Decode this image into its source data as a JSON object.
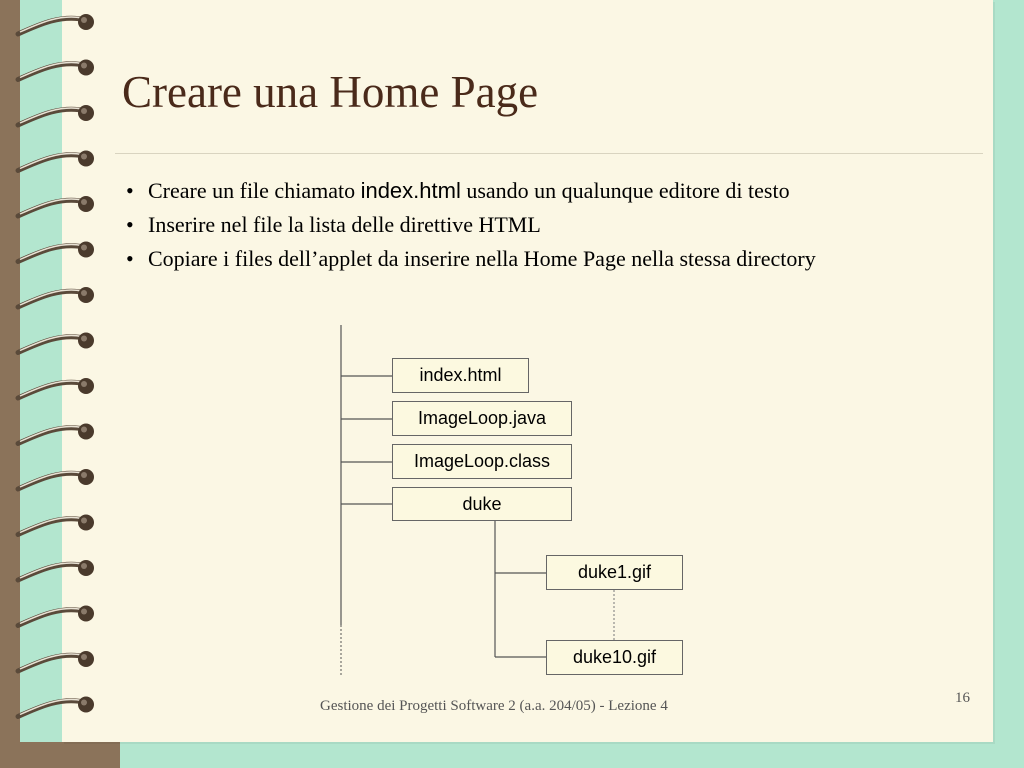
{
  "slide": {
    "title": "Creare una Home Page",
    "bullets": [
      {
        "before": "Creare un file chiamato ",
        "code": "index.html",
        "after": " usando un qualunque editore di testo"
      },
      {
        "text": "Inserire nel file la lista delle direttive HTML"
      },
      {
        "text": "Copiare i files dell’applet da inserire nella Home Page nella stessa directory"
      }
    ],
    "bullet_symbol": "•",
    "tree": {
      "files": [
        "index.html",
        "ImageLoop.java",
        "ImageLoop.class",
        "duke"
      ],
      "subfiles": [
        "duke1.gif",
        "duke10.gif"
      ]
    },
    "footer": "Gestione dei Progetti Software 2  (a.a. 204/05) - Lezione 4",
    "page_number": "16"
  },
  "colors": {
    "background": "#b3e6cf",
    "page": "#fbf7e4",
    "title": "#4a2a1a",
    "binding": "#8b735a"
  },
  "icons": [
    "spiral-binding-icon"
  ]
}
